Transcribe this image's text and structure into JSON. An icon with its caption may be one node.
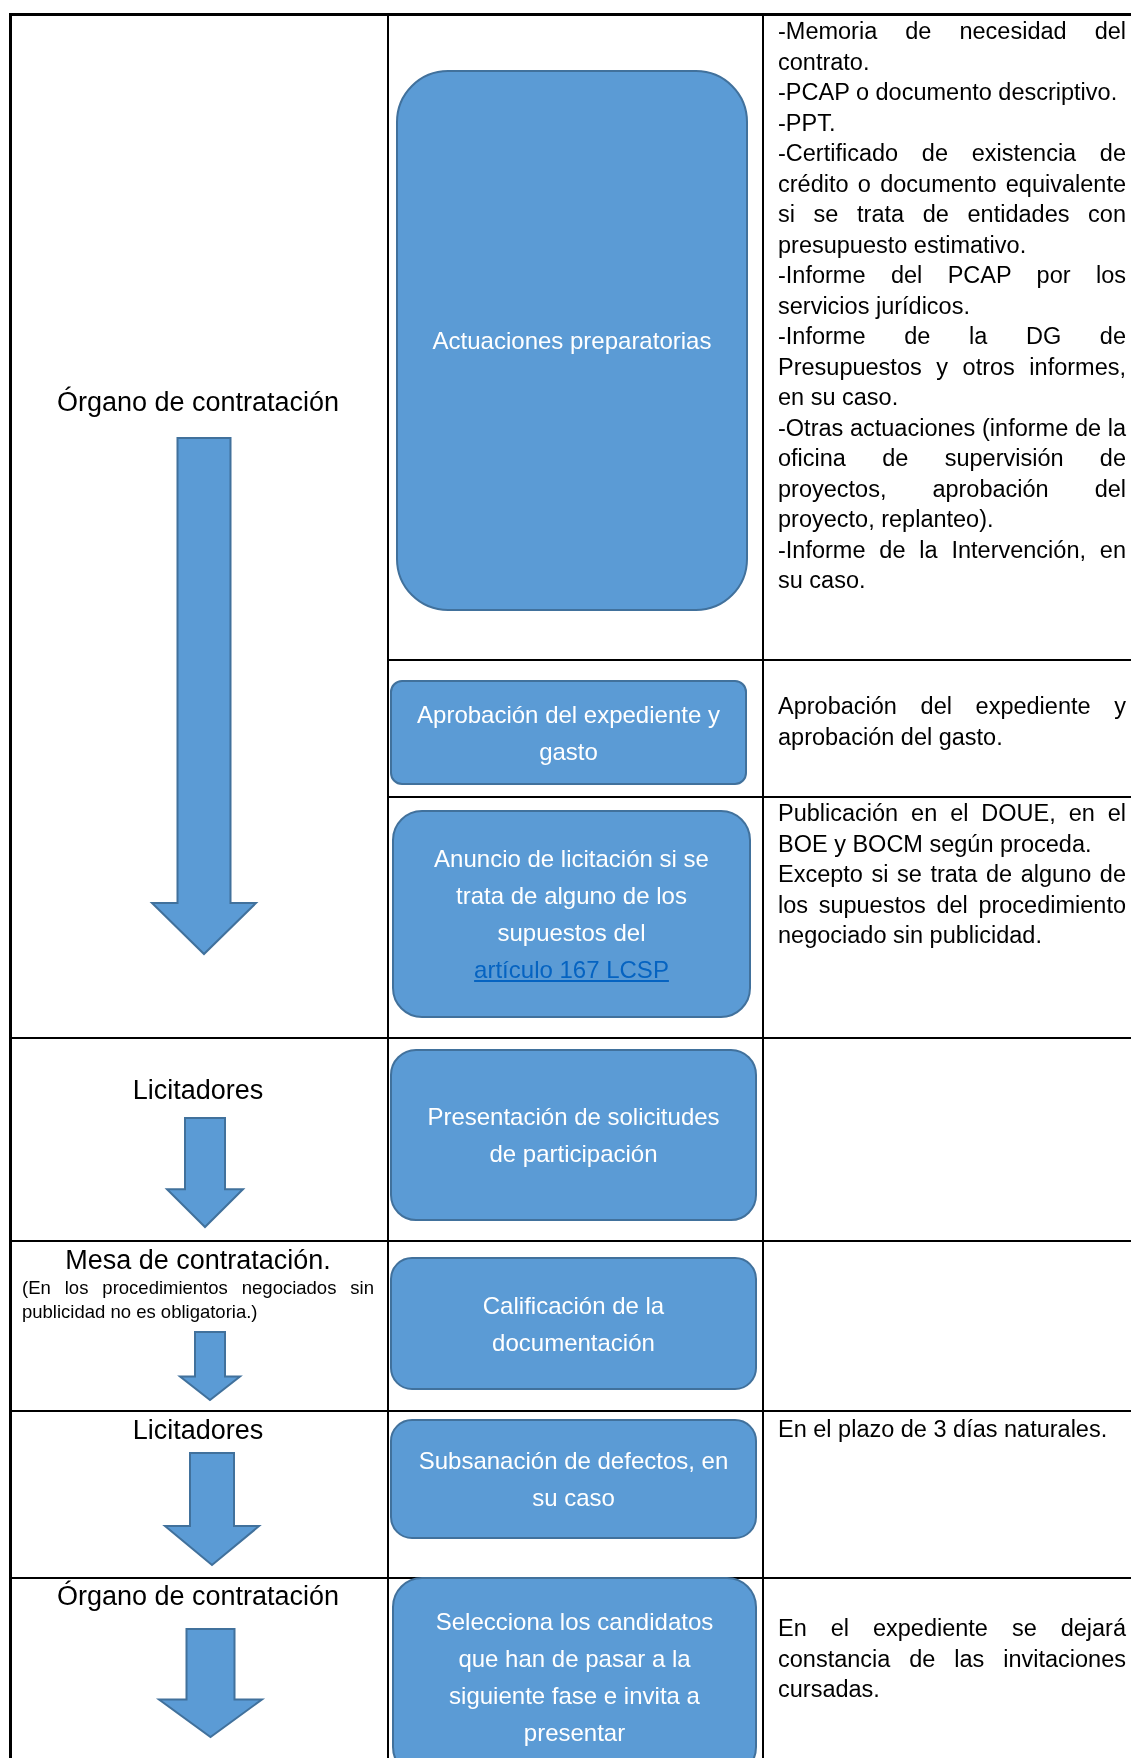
{
  "diagram": {
    "nodes": [
      {
        "text": [
          "Actuaciones preparatorias"
        ]
      },
      {
        "text": [
          "Aprobación del expediente y gasto"
        ]
      },
      {
        "text": [
          "Anuncio de licitación si se trata de alguno de los supuestos del",
          "artículo 167 LCSP"
        ]
      },
      {
        "text": [
          "Presentación de solicitudes de participación"
        ]
      },
      {
        "text": [
          "Calificación de la documentación"
        ]
      },
      {
        "text": [
          "Subsanación de defectos, en su caso"
        ]
      },
      {
        "text": [
          "Selecciona los candidatos que han de pasar a la siguiente fase e invita a presentar"
        ]
      }
    ],
    "labels": [
      "Órgano de contratación",
      "-Memoria de necesidad del contrato.",
      "-PCAP o documento descriptivo.",
      "-PPT.",
      "-Certificado de existencia de crédito o documento equivalente si se trata de entidades con presupuesto estimativo.",
      "-Informe del PCAP por los servicios jurídicos.",
      "-Informe de la DG de Presupuestos y otros informes, en su caso.",
      "-Otras actuaciones (informe de la oficina de supervisión de proyectos, aprobación del proyecto, replanteo).",
      "-Informe de la Intervención, en su caso.",
      "Aprobación del expediente y aprobación del gasto.",
      "Publicación en el DOUE, en el BOE y BOCM según proceda.",
      "Excepto si se trata de alguno de los supuestos del procedimiento negociado sin publicidad.",
      "Licitadores",
      "Mesa de contratación.",
      "(En los procedimientos negociados sin publicidad no es obligatoria.)",
      "Licitadores",
      "En el plazo de 3 días naturales.",
      "Órgano de contratación",
      "En el expediente se dejará constancia de las invitaciones cursadas."
    ]
  }
}
